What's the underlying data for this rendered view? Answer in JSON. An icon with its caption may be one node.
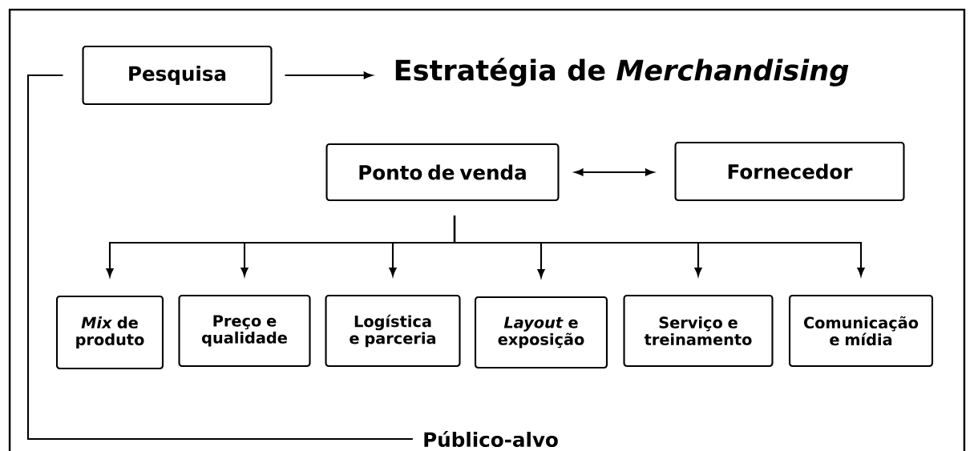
{
  "diagram": {
    "nodes": [
      {
        "text": [
          "Pesquisa"
        ]
      },
      {
        "text": [
          "Estratégia de *Merchandising*"
        ]
      },
      {
        "text": [
          "Ponto de venda"
        ]
      },
      {
        "text": [
          "Fornecedor"
        ]
      },
      {
        "text": [
          "*Mix* de produto"
        ]
      },
      {
        "text": [
          "Preço e qualidade"
        ]
      },
      {
        "text": [
          "Logística e parceria"
        ]
      },
      {
        "text": [
          "*Layout* e exposição"
        ]
      },
      {
        "text": [
          "Serviço e treinamento"
        ]
      },
      {
        "text": [
          "Comunicação e mídia"
        ]
      },
      {
        "text": [
          "Público-alvo"
        ]
      }
    ],
    "edges": [
      {
        "from": 0,
        "to": 1,
        "arrow": "to"
      },
      {
        "from": 2,
        "to": 3,
        "arrow": "both"
      },
      {
        "from": 2,
        "to": 4,
        "arrow": "to"
      },
      {
        "from": 2,
        "to": 5,
        "arrow": "to"
      },
      {
        "from": 2,
        "to": 6,
        "arrow": "to"
      },
      {
        "from": 2,
        "to": 7,
        "arrow": "to"
      },
      {
        "from": 2,
        "to": 8,
        "arrow": "to"
      },
      {
        "from": 2,
        "to": 9,
        "arrow": "to"
      },
      {
        "from": 0,
        "to": 10,
        "arrow": "none"
      }
    ]
  }
}
